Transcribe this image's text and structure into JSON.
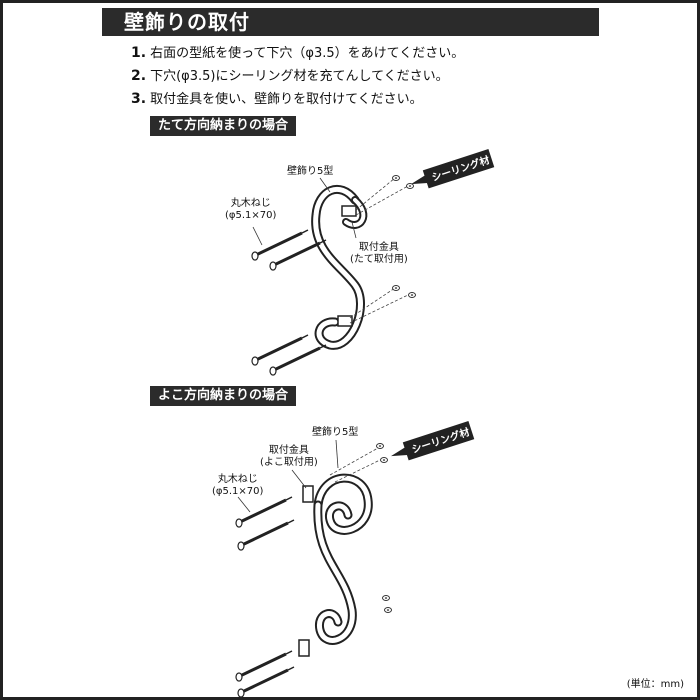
{
  "title": "壁飾りの取付",
  "steps": [
    {
      "num": "1.",
      "text": "右面の型紙を使って下穴（φ3.5）をあけてください。"
    },
    {
      "num": "2.",
      "text": "下穴(φ3.5)にシーリング材を充てんしてください。"
    },
    {
      "num": "3.",
      "text": "取付金具を使い、壁飾りを取付けてください。"
    }
  ],
  "sections": {
    "vertical": {
      "label": "たて方向納まりの場合",
      "product": "壁飾り5型",
      "screw_name": "丸木ねじ",
      "screw_size": "(φ5.1×70)",
      "bracket_name": "取付金具",
      "bracket_note": "(たて取付用)",
      "sealant": "シーリング材"
    },
    "horizontal": {
      "label": "よこ方向納まりの場合",
      "product": "壁飾り5型",
      "screw_name": "丸木ねじ",
      "screw_size": "(φ5.1×70)",
      "bracket_name": "取付金具",
      "bracket_note": "(よこ取付用)",
      "sealant": "シーリング材"
    }
  },
  "unit_note": "(単位：mm)"
}
